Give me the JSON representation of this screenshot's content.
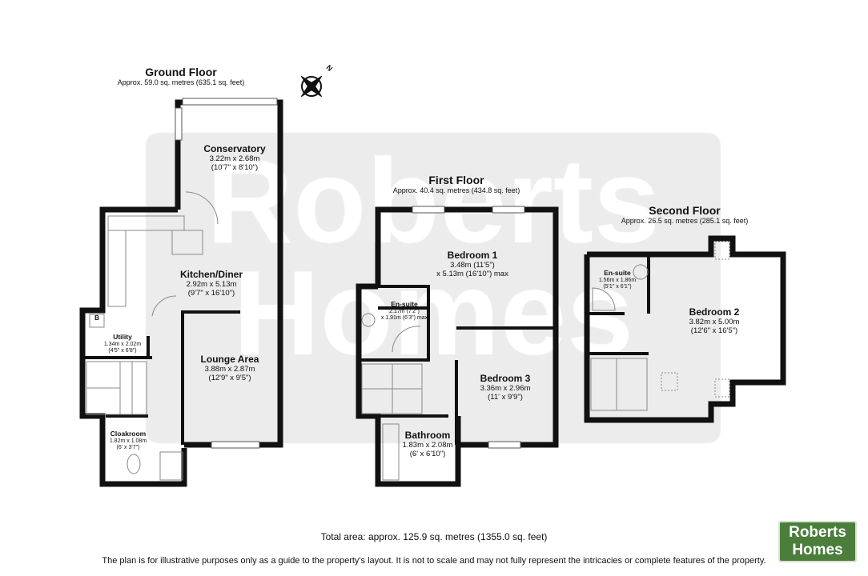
{
  "watermark": "Roberts Homes",
  "floors": [
    {
      "title": "Ground Floor",
      "area": "Approx. 59.0 sq. metres (635.1 sq. feet)",
      "rooms": [
        {
          "name": "Conservatory",
          "dims": "3.22m x 2.68m",
          "imperial": "(10'7\" x 8'10\")"
        },
        {
          "name": "Kitchen/Diner",
          "dims": "2.92m x 5.13m",
          "imperial": "(9'7\" x 16'10\")"
        },
        {
          "name": "Utility",
          "dims": "1.34m x 2.02m",
          "imperial": "(4'5\" x 6'8\")"
        },
        {
          "name": "Lounge Area",
          "dims": "3.88m x 2.87m",
          "imperial": "(12'9\" x 9'5\")"
        },
        {
          "name": "Cloakroom",
          "dims": "1.82m x 1.08m",
          "imperial": "(6' x 3'7\")"
        }
      ],
      "boiler_label": "B"
    },
    {
      "title": "First Floor",
      "area": "Approx. 40.4 sq. metres (434.8 sq. feet)",
      "rooms": [
        {
          "name": "Bedroom 1",
          "dims": "3.48m (11'5\")",
          "imperial": "x 5.13m (16'10\") max"
        },
        {
          "name": "En-suite",
          "dims": "2.17m (7'2\")",
          "imperial": "x 1.91m (6'3\") max"
        },
        {
          "name": "Bedroom 3",
          "dims": "3.36m x 2.96m",
          "imperial": "(11' x 9'9\")"
        },
        {
          "name": "Bathroom",
          "dims": "1.83m x 2.08m",
          "imperial": "(6' x 6'10\")"
        }
      ]
    },
    {
      "title": "Second Floor",
      "area": "Approx. 26.5 sq. metres (285.1 sq. feet)",
      "rooms": [
        {
          "name": "En-suite",
          "dims": "1.56m x 1.86m",
          "imperial": "(5'1\" x 6'1\")"
        },
        {
          "name": "Bedroom 2",
          "dims": "3.82m x 5.00m",
          "imperial": "(12'6\" x 16'5\")"
        }
      ]
    }
  ],
  "compass_label": "N",
  "total_area": "Total area: approx. 125.9 sq. metres (1355.0 sq. feet)",
  "disclaimer": "The plan is for illustrative purposes only as a guide to the property's layout. It is not to scale and may not fully represent the intricacies or complete features of the property.",
  "logo": {
    "line1": "Roberts",
    "line2": "Homes",
    "color": "#4b7d3b"
  }
}
